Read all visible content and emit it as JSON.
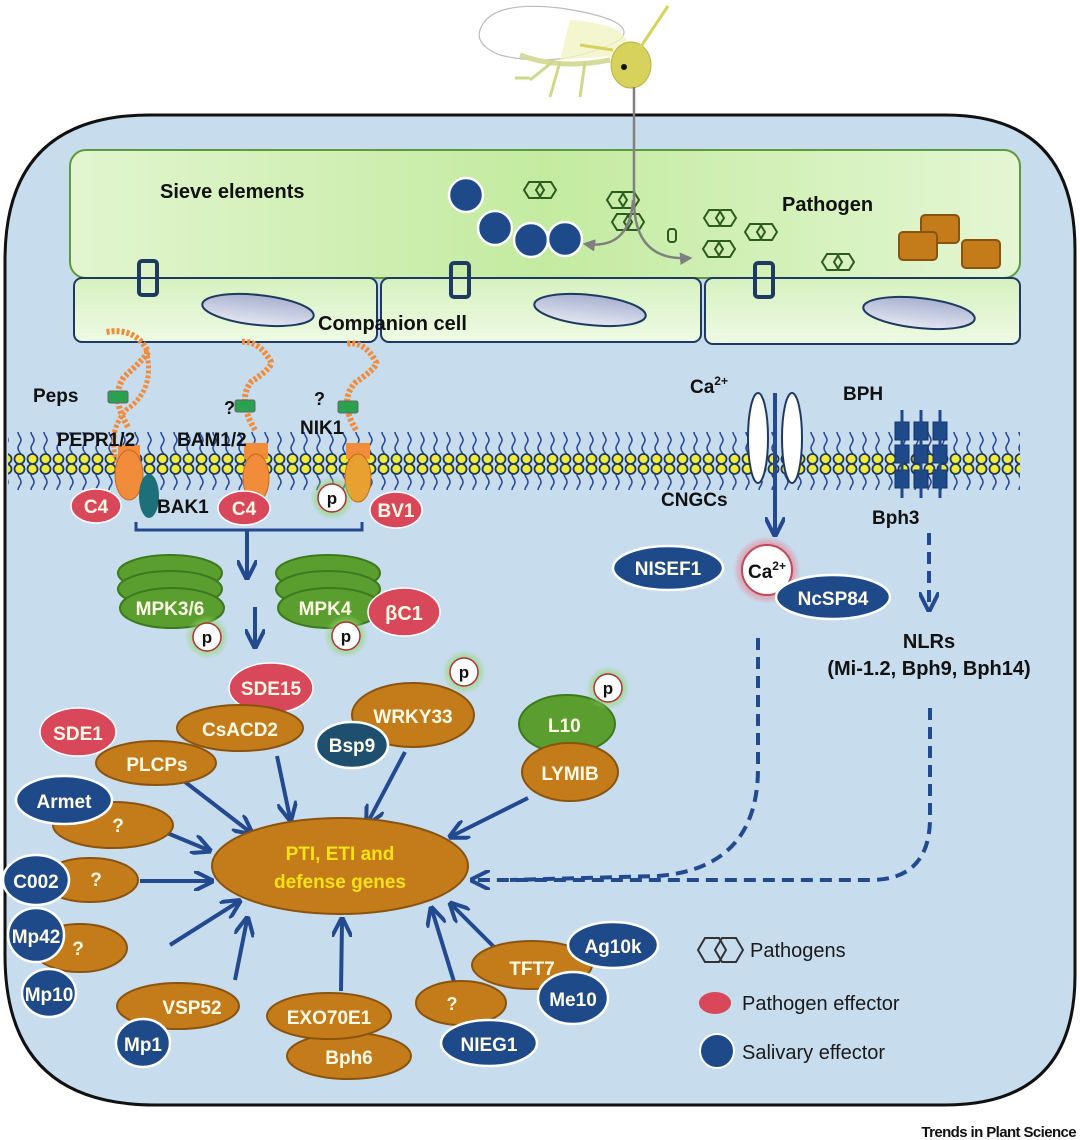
{
  "figure": {
    "source": "Trends in Plant Science",
    "compartments": {
      "sieve_elements": "Sieve elements",
      "companion_cell": "Companion cell",
      "pathogen": "Pathogen"
    },
    "receptors": {
      "peps": "Peps",
      "pepr": "PEPR1/2",
      "bam": "BAM1/2",
      "nik": "NIK1",
      "bak1": "BAK1",
      "unknown": "?",
      "c4_a": "C4",
      "c4_b": "C4",
      "bv1": "BV1",
      "p": "p"
    },
    "kinases": {
      "mpk36": "MPK3/6",
      "mpk4": "MPK4",
      "bc1": "βC1"
    },
    "calcium": {
      "ca_label": "Ca",
      "ca_sup": "2+",
      "cngcs": "CNGCs",
      "nisef1": "NISEF1",
      "ncsp84": "NcSP84"
    },
    "bph": {
      "bph": "BPH",
      "bph3": "Bph3",
      "nlrs": "NLRs",
      "nlrs_list": "(Mi-1.2, Bph9, Bph14)"
    },
    "targets": {
      "sde15": "SDE15",
      "csacd2": "CsACD2",
      "sde1": "SDE1",
      "plcps": "PLCPs",
      "bsp9": "Bsp9",
      "wrky33": "WRKY33",
      "l10": "L10",
      "lymib": "LYMIB",
      "armet": "Armet",
      "c002": "C002",
      "mp42": "Mp42",
      "mp10": "Mp10",
      "vsp52": "VSP52",
      "mp1": "Mp1",
      "exo70e1": "EXO70E1",
      "bph6": "Bph6",
      "nieg1": "NIEG1",
      "tft7": "TFT7",
      "ag10k": "Ag10k",
      "me10": "Me10",
      "q": "?"
    },
    "center": {
      "line1": "PTI, ETI and",
      "line2": "defense genes"
    },
    "legend": {
      "pathogens": "Pathogens",
      "pathogen_effector": "Pathogen effector",
      "salivary_effector": "Salivary effector"
    },
    "colors": {
      "cell_bg": "#c7dced",
      "sieve_green": "#c8eda8",
      "pathogen_effector": "#d9485a",
      "salivary_effector": "#1f4a8a",
      "plant_protein": "#c47c1a",
      "center_text": "#f5e11a"
    }
  }
}
